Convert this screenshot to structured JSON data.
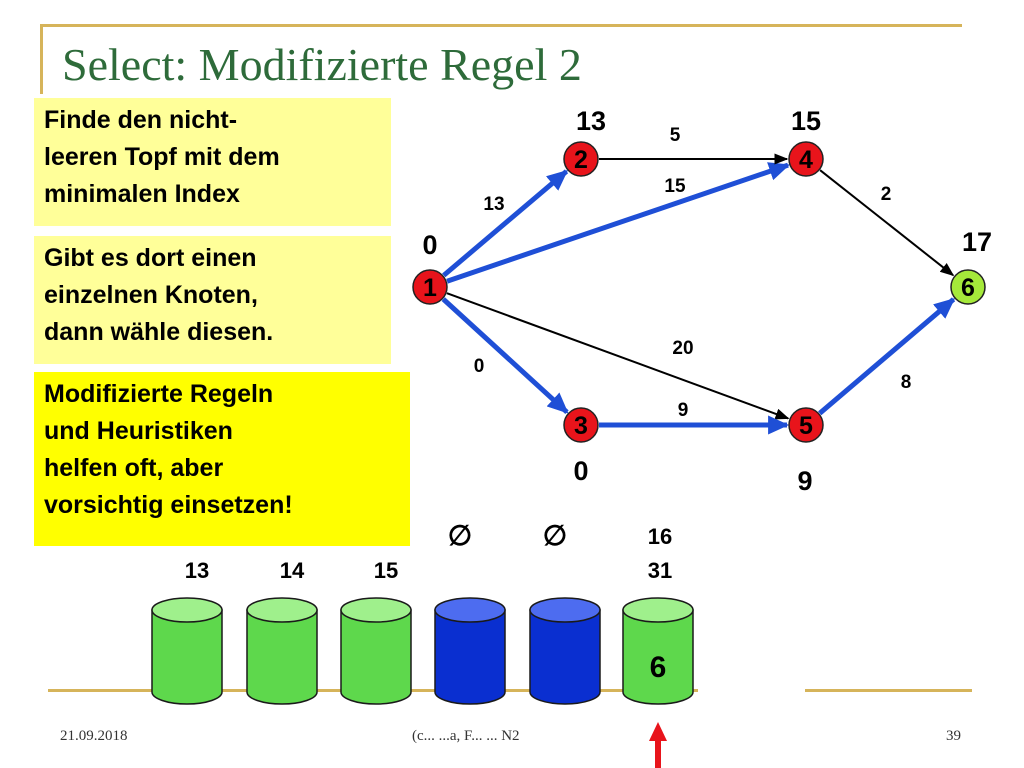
{
  "title": "Select: Modifizierte Regel 2",
  "notes": [
    {
      "lines": [
        "Finde den nicht-",
        "leeren Topf mit dem",
        "minimalen Index"
      ]
    },
    {
      "lines": [
        "Gibt es dort einen",
        "einzelnen Knoten,",
        "dann wähle diesen."
      ]
    },
    {
      "lines": [
        "Modifizierte Regeln",
        "und Heuristiken",
        "helfen oft, aber",
        "vorsichtig einsetzen!"
      ]
    }
  ],
  "graph": {
    "nodes": [
      {
        "id": "1",
        "dist": "0"
      },
      {
        "id": "2",
        "dist": "13"
      },
      {
        "id": "3",
        "dist": "0"
      },
      {
        "id": "4",
        "dist": "15"
      },
      {
        "id": "5",
        "dist": "9"
      },
      {
        "id": "6",
        "dist": "17"
      }
    ],
    "edges": [
      {
        "from": "1",
        "to": "2",
        "weight": "13",
        "highlighted": true
      },
      {
        "from": "1",
        "to": "4",
        "weight": "15",
        "highlighted": true
      },
      {
        "from": "1",
        "to": "3",
        "weight": "0",
        "highlighted": true
      },
      {
        "from": "1",
        "to": "5",
        "weight": "20",
        "highlighted": false
      },
      {
        "from": "2",
        "to": "4",
        "weight": "5",
        "highlighted": false
      },
      {
        "from": "4",
        "to": "6",
        "weight": "2",
        "highlighted": false
      },
      {
        "from": "3",
        "to": "5",
        "weight": "9",
        "highlighted": true
      },
      {
        "from": "5",
        "to": "6",
        "weight": "8",
        "highlighted": true
      }
    ]
  },
  "buckets": {
    "labels": [
      [
        "13"
      ],
      [
        "14"
      ],
      [
        "15"
      ],
      [
        "∅"
      ],
      [
        "∅"
      ],
      [
        "16",
        "31"
      ]
    ],
    "states": [
      "green",
      "green",
      "green",
      "blue",
      "blue",
      "green"
    ],
    "contents": [
      "",
      "",
      "",
      "",
      "",
      "6"
    ]
  },
  "footer": {
    "date": "21.09.2018",
    "center": "(c... ...a, F... ... N2",
    "page": "39"
  },
  "colors": {
    "title": "#2e6b3a",
    "node_fill": "#e8141b",
    "target_node_fill": "#a5e93a",
    "highlight_edge": "#1f4fd6",
    "normal_edge": "#000000",
    "bucket_green": "#5ed84c",
    "bucket_blue": "#0a2fd0",
    "pointer_arrow": "#e8141b"
  }
}
